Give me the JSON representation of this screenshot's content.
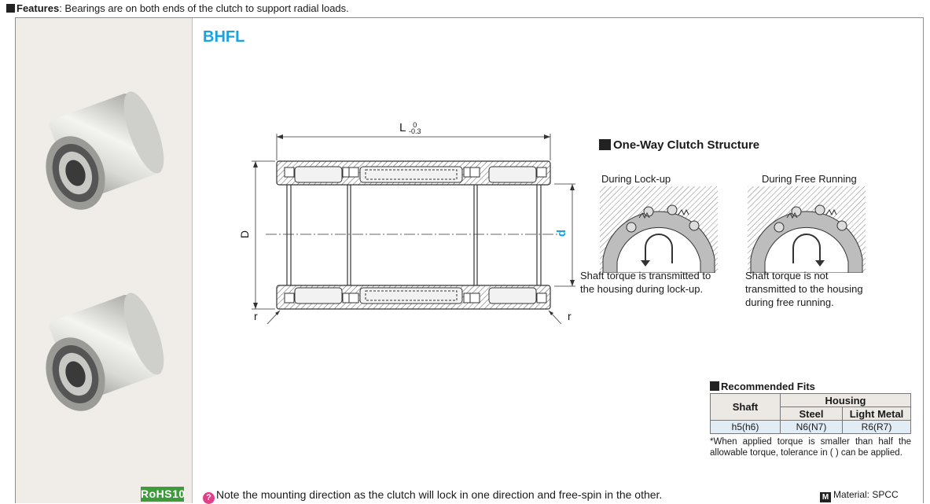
{
  "features": {
    "label": "Features",
    "text": ": Bearings are on both ends of the clutch to support radial loads."
  },
  "product_title": "BHFL",
  "diagram": {
    "length_label": "L",
    "length_tol_upper": "0",
    "length_tol_lower": "-0.3",
    "outer_dia_label": "D",
    "inner_dia_label": "d",
    "radius_left": "r",
    "radius_right": "r"
  },
  "structure": {
    "title": "One-Way Clutch Structure",
    "lockup": {
      "caption": "During Lock-up",
      "desc": "Shaft torque is transmitted to the housing during lock-up."
    },
    "free": {
      "caption": "During Free Running",
      "desc": "Shaft torque is not transmitted to the housing during free running."
    }
  },
  "fits": {
    "title": "Recommended Fits",
    "shaft_header": "Shaft",
    "housing_header": "Housing",
    "steel_header": "Steel",
    "light_header": "Light Metal",
    "shaft_value": "h5(h6)",
    "steel_value": "N6(N7)",
    "light_value": "R6(R7)",
    "note": "*When applied torque is smaller than half the allowable torque, tolerance in ( ) can be applied."
  },
  "rohs": {
    "label": "RoHS10"
  },
  "note": {
    "icon": "?",
    "text": "Note the mounting direction as the clutch will lock in one direction and free-spin in the other."
  },
  "material": {
    "icon": "M",
    "text": "Material: SPCC"
  },
  "colors": {
    "title_blue": "#1aa3e0",
    "rohs_green": "#3e9b3c",
    "note_pink": "#e04088",
    "center_line_blue": "#1aa3e0"
  }
}
